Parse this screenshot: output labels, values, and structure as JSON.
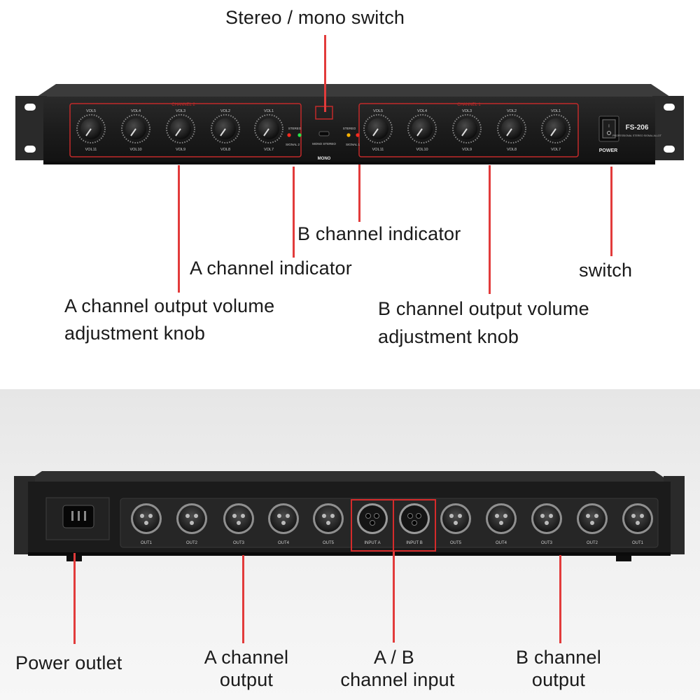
{
  "front": {
    "model": "FS-206",
    "subtitle": "PROFESSIONAL STEREO SIGNAL ALLOT",
    "group_a_title": "CHANNEL 2",
    "group_b_title": "CHANNEL 1",
    "knobs_a_top": [
      "VOL5",
      "VOL4",
      "VOL3",
      "VOL2",
      "VOL1"
    ],
    "knobs_a_bottom": [
      "VOL11",
      "VOL10",
      "VOL9",
      "VOL8",
      "VOL7"
    ],
    "knobs_b_top": [
      "VOL5",
      "VOL4",
      "VOL3",
      "VOL2",
      "VOL1"
    ],
    "knobs_b_bottom": [
      "VOL11",
      "VOL10",
      "VOL9",
      "VOL8",
      "VOL7"
    ],
    "stereo_a": "STEREO",
    "signal_a": "SIGNAL 2",
    "stereo_b": "STEREO",
    "signal_b": "SIGNAL 1",
    "mono_switch_text": "MONO STEREO",
    "mono_logo": "MONO",
    "power_label": "POWER",
    "led_colors": {
      "red": "#ff2a1f",
      "green": "#29e04a",
      "amber": "#ffb300"
    }
  },
  "rear": {
    "outputs_a": [
      "OUT1",
      "OUT2",
      "OUT3",
      "OUT4",
      "OUT5"
    ],
    "inputs": [
      "INPUT A",
      "INPUT B"
    ],
    "outputs_b": [
      "OUT5",
      "OUT4",
      "OUT3",
      "OUT2",
      "OUT1"
    ]
  },
  "annotations": {
    "stereo_mono": "Stereo / mono switch",
    "b_indicator": "B channel indicator",
    "a_indicator": "A channel indicator",
    "switch": "switch",
    "a_knob_1": "A channel output volume",
    "a_knob_2": "adjustment knob",
    "b_knob_1": "B channel output volume",
    "b_knob_2": "adjustment knob",
    "power_outlet": "Power outlet",
    "a_output_1": "A channel",
    "a_output_2": "output",
    "ab_input_1": "A / B",
    "ab_input_2": "channel input",
    "b_output_1": "B channel",
    "b_output_2": "output"
  },
  "colors": {
    "callout": "#e23b3b",
    "chassis": "#161616",
    "panel": "#1f1f1f"
  }
}
